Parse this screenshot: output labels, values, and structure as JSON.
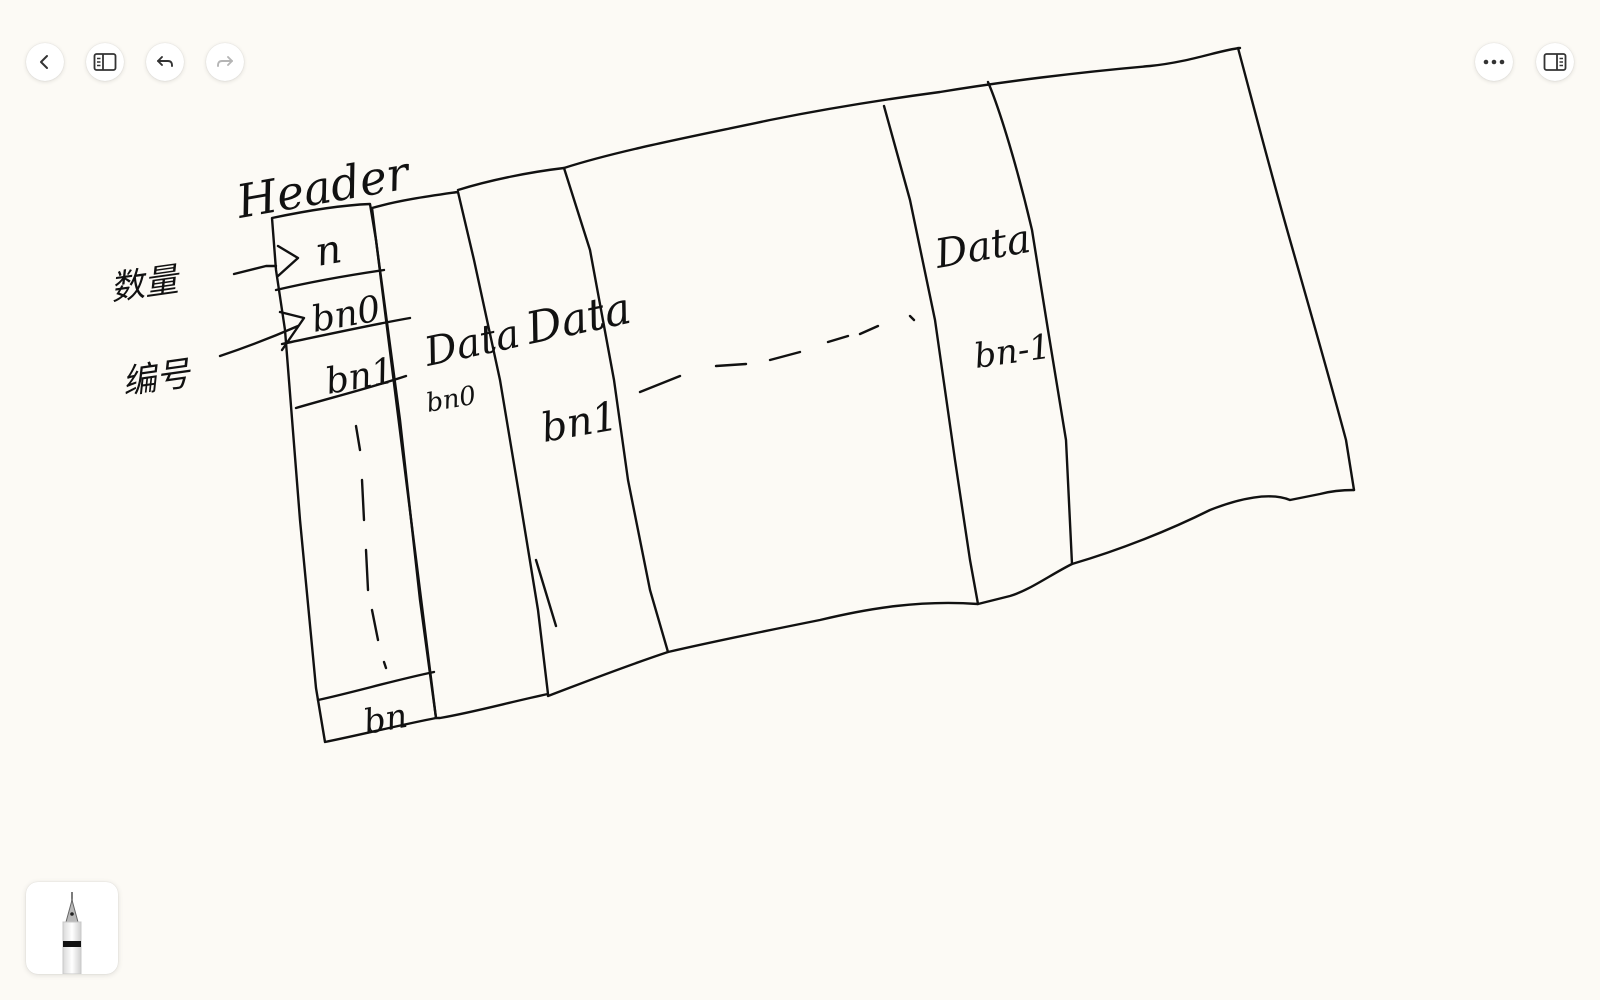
{
  "toolbar": {
    "left_buttons": [
      {
        "icon": "chevron-left-icon"
      },
      {
        "icon": "sidebar-icon"
      },
      {
        "icon": "undo-icon"
      },
      {
        "icon": "redo-icon"
      }
    ],
    "right_buttons": [
      {
        "icon": "more-icon"
      },
      {
        "icon": "split-view-icon"
      }
    ]
  },
  "sketch": {
    "header": "Header",
    "header_cells": [
      "n",
      "bn0",
      "bn1",
      "bn"
    ],
    "annotation_count": "数量",
    "annotation_number": "编号",
    "blocks": [
      {
        "title": "Data",
        "label": "bn0"
      },
      {
        "title": "Data",
        "label": "bn1"
      },
      {
        "title": "Data",
        "label": "bn-1"
      }
    ]
  },
  "pen": {
    "icon": "fountain-pen-icon"
  },
  "colors": {
    "ink": "#111111",
    "paper": "#fcfaf5",
    "button_bg": "#ffffff",
    "icon": "#333333",
    "disabled_icon": "#b5b5b5"
  }
}
